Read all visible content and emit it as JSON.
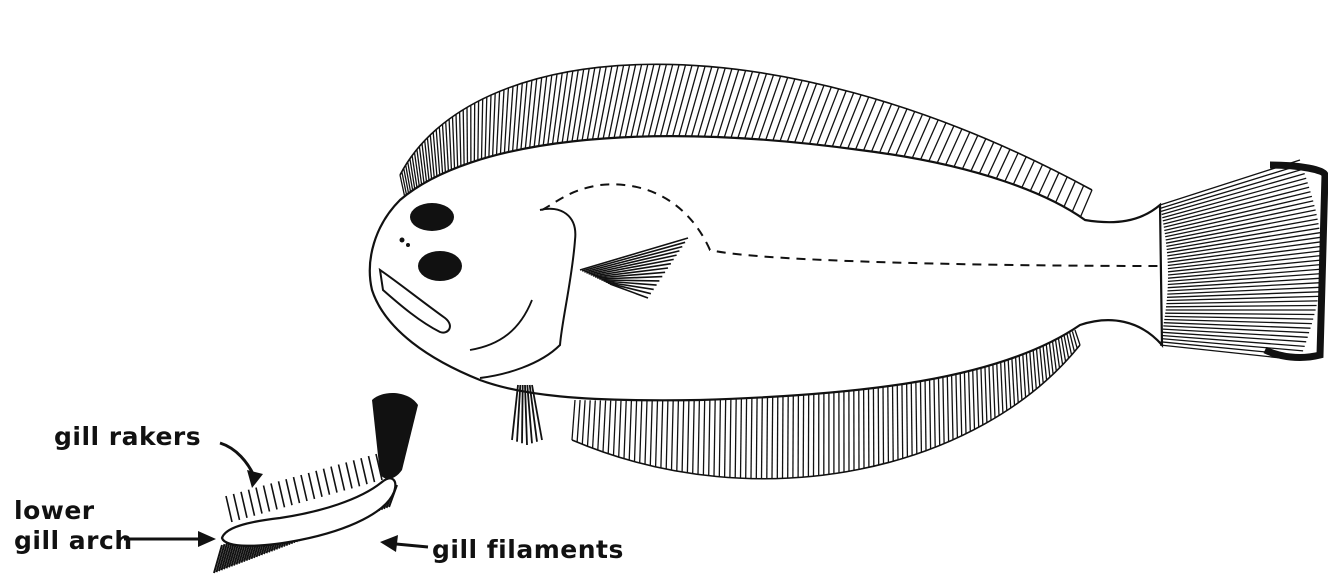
{
  "labels": {
    "gill_rakers": "gill rakers",
    "lower_gill_arch_line1": "lower",
    "lower_gill_arch_line2": "gill arch",
    "gill_filaments": "gill filaments"
  },
  "colors": {
    "ink": "#111111",
    "background": "#ffffff"
  }
}
